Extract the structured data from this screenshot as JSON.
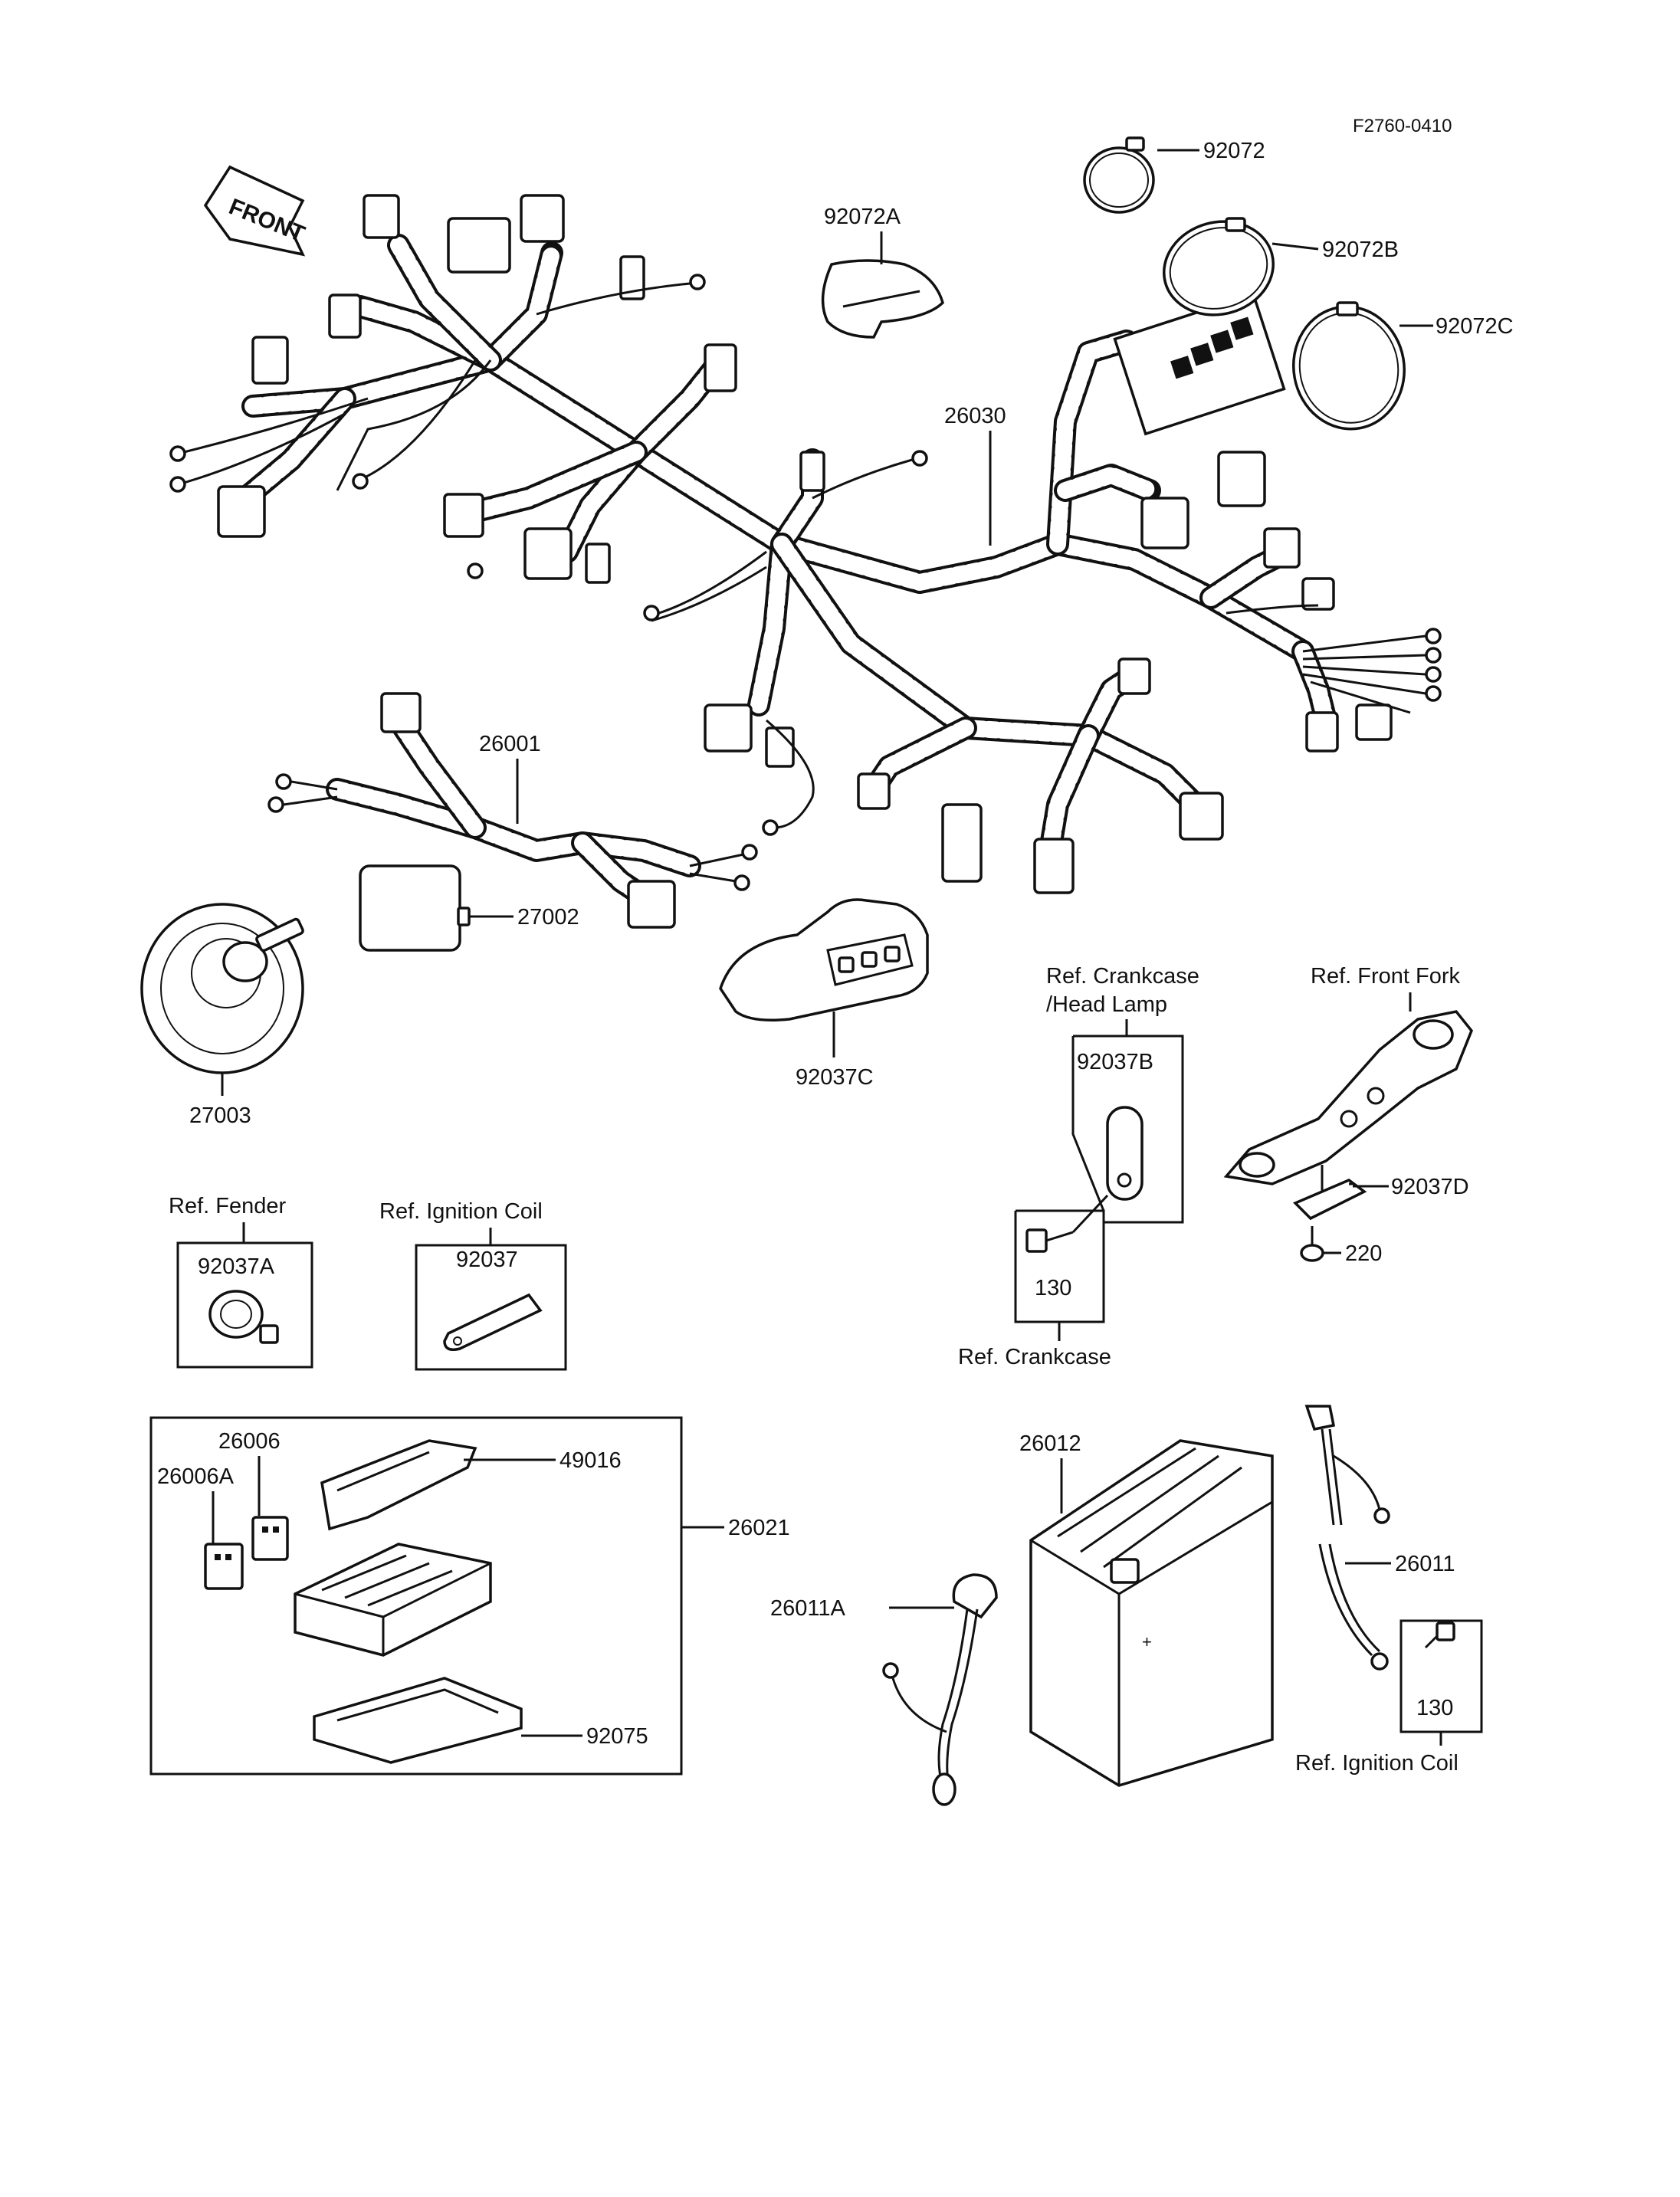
{
  "figure_code": "F2760-0410",
  "front_marker": "FRONT",
  "parts": {
    "p92072": "92072",
    "p92072A": "92072A",
    "p92072B": "92072B",
    "p92072C": "92072C",
    "p26030": "26030",
    "p26001": "26001",
    "p27002": "27002",
    "p27003": "27003",
    "p92037C": "92037C",
    "p92037B": "92037B",
    "p92037D": "92037D",
    "p220": "220",
    "p130a": "130",
    "p130b": "130",
    "p92037A": "92037A",
    "p92037": "92037",
    "p26006": "26006",
    "p26006A": "26006A",
    "p49016": "49016",
    "p26021": "26021",
    "p92075": "92075",
    "p26012": "26012",
    "p26011": "26011",
    "p26011A": "26011A"
  },
  "refs": {
    "crankcase_head_lamp_1": "Ref. Crankcase",
    "crankcase_head_lamp_2": "/Head Lamp",
    "front_fork": "Ref. Front Fork",
    "crankcase": "Ref. Crankcase",
    "fender": "Ref. Fender",
    "ignition_coil_top": "Ref. Ignition Coil",
    "ignition_coil_bottom": "Ref. Ignition Coil"
  }
}
